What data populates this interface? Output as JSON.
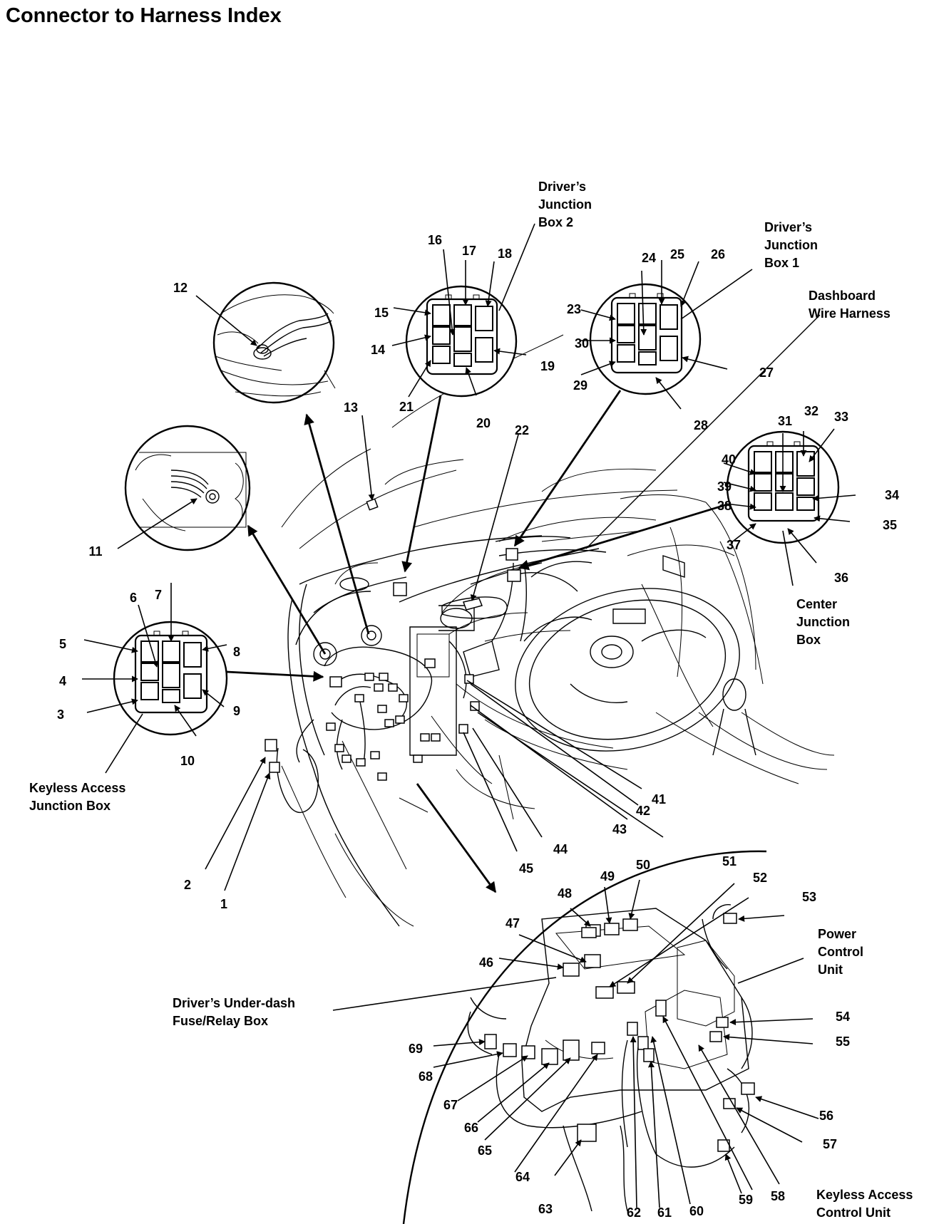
{
  "title": "Connector to Harness Index",
  "boxes": {
    "drivers_jb2": [
      "Driver’s",
      "Junction",
      "Box 2"
    ],
    "drivers_jb1": [
      "Driver’s",
      "Junction",
      "Box 1"
    ],
    "dashboard_harness": [
      "Dashboard",
      "Wire Harness"
    ],
    "center_jb": [
      "Center",
      "Junction",
      "Box"
    ],
    "keyless_jb": [
      "Keyless Access",
      "Junction Box"
    ],
    "underdash_fuse": [
      "Driver’s Under-dash",
      "Fuse/Relay Box"
    ],
    "power_control": [
      "Power",
      "Control",
      "Unit"
    ],
    "keyless_cu": [
      "Keyless Access",
      "Control Unit"
    ]
  },
  "numbers": [
    "1",
    "2",
    "3",
    "4",
    "5",
    "6",
    "7",
    "8",
    "9",
    "10",
    "11",
    "12",
    "13",
    "14",
    "15",
    "16",
    "17",
    "18",
    "19",
    "20",
    "21",
    "22",
    "23",
    "24",
    "25",
    "26",
    "27",
    "28",
    "29",
    "30",
    "31",
    "32",
    "33",
    "34",
    "35",
    "36",
    "37",
    "38",
    "39",
    "40",
    "41",
    "42",
    "43",
    "44",
    "45",
    "46",
    "47",
    "48",
    "49",
    "50",
    "51",
    "52",
    "53",
    "54",
    "55",
    "56",
    "57",
    "58",
    "59",
    "60",
    "61",
    "62",
    "63",
    "64",
    "65",
    "66",
    "67",
    "68",
    "69"
  ]
}
